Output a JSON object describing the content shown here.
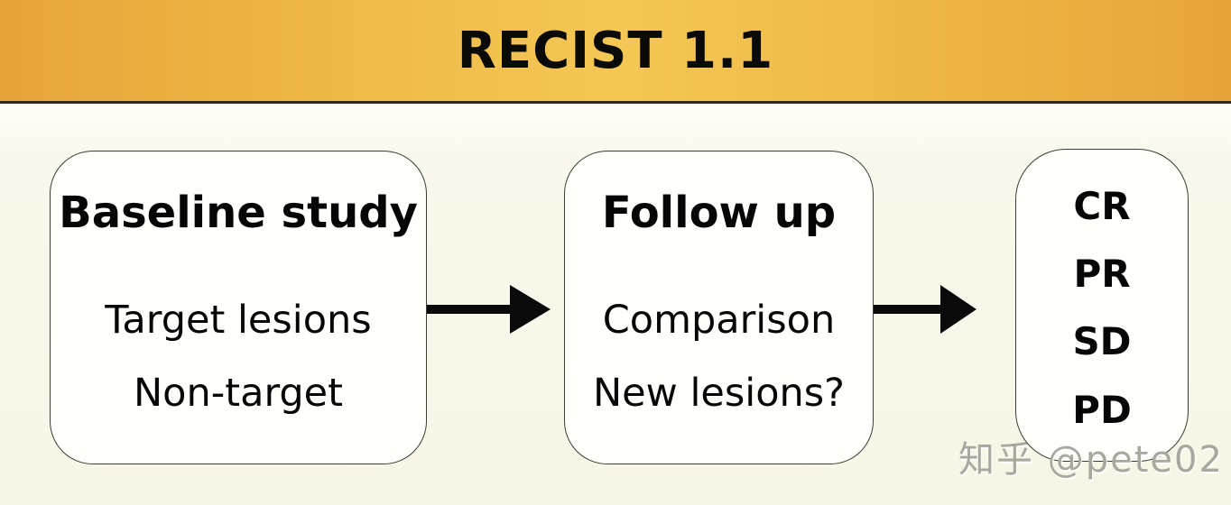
{
  "header": {
    "title": "RECIST 1.1"
  },
  "nodes": [
    {
      "name": "baseline-study",
      "title": "Baseline study",
      "lines": [
        "Target lesions",
        "Non-target"
      ]
    },
    {
      "name": "follow-up",
      "title": "Follow up",
      "lines": [
        "Comparison",
        "New lesions?"
      ]
    },
    {
      "name": "response-categories",
      "lines": [
        "CR",
        "PR",
        "SD",
        "PD"
      ]
    }
  ],
  "arrows": [
    {
      "from": "baseline-study",
      "to": "follow-up"
    },
    {
      "from": "follow-up",
      "to": "response-categories"
    }
  ],
  "watermark": {
    "text": "知乎 @pete02"
  },
  "colors": {
    "banner_edge": "#e6a43a",
    "banner_center": "#f4c754",
    "banner_rule": "#30291a",
    "page_background": "#f8f7e8",
    "node_background": "#fffffc",
    "node_border": "#3c3c34",
    "arrow": "#0a0a0a",
    "text": "#060606",
    "watermark": "#a9a89e"
  }
}
